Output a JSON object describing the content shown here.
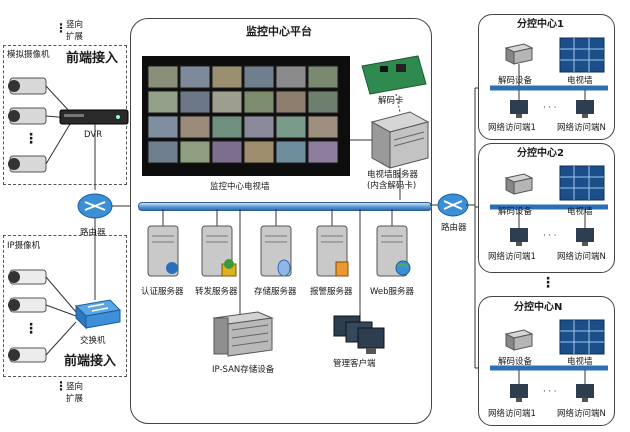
{
  "left": {
    "expand_top": [
      "竖向",
      "扩展"
    ],
    "expand_bottom": [
      "竖向",
      "扩展"
    ],
    "analog_camera_label": "模拟摄像机",
    "front_access_top": "前端接入",
    "front_access_bottom": "前端接入",
    "dvr_label": "DVR",
    "router_label": "路由器",
    "ip_camera_label": "IP摄像机",
    "switch_label": "交换机",
    "ellipsis": "⋮"
  },
  "center": {
    "title": "监控中心平台",
    "tv_wall_label": "监控中心电视墙",
    "decoder_card_label": "解码卡",
    "tv_server_label_1": "电视墙服务器",
    "tv_server_label_2": "(内含解码卡)",
    "servers": [
      "认证服务器",
      "转发服务器",
      "存储服务器",
      "报警服务器",
      "Web服务器"
    ],
    "ipsan_label": "IP-SAN存储设备",
    "mgmt_label": "管理客户端"
  },
  "right": {
    "router_label": "路由器",
    "centers": [
      {
        "title": "分控中心1",
        "decoder": "解码设备",
        "wall": "电视墙",
        "client1": "网络访问端1",
        "clientN": "网络访问端N"
      },
      {
        "title": "分控中心2",
        "decoder": "解码设备",
        "wall": "电视墙",
        "client1": "网络访问端1",
        "clientN": "网络访问端N"
      },
      {
        "title": "分控中心N",
        "decoder": "解码设备",
        "wall": "电视墙",
        "client1": "网络访问端1",
        "clientN": "网络访问端N"
      }
    ],
    "dots": "⋮",
    "hdots": "· · ·"
  }
}
